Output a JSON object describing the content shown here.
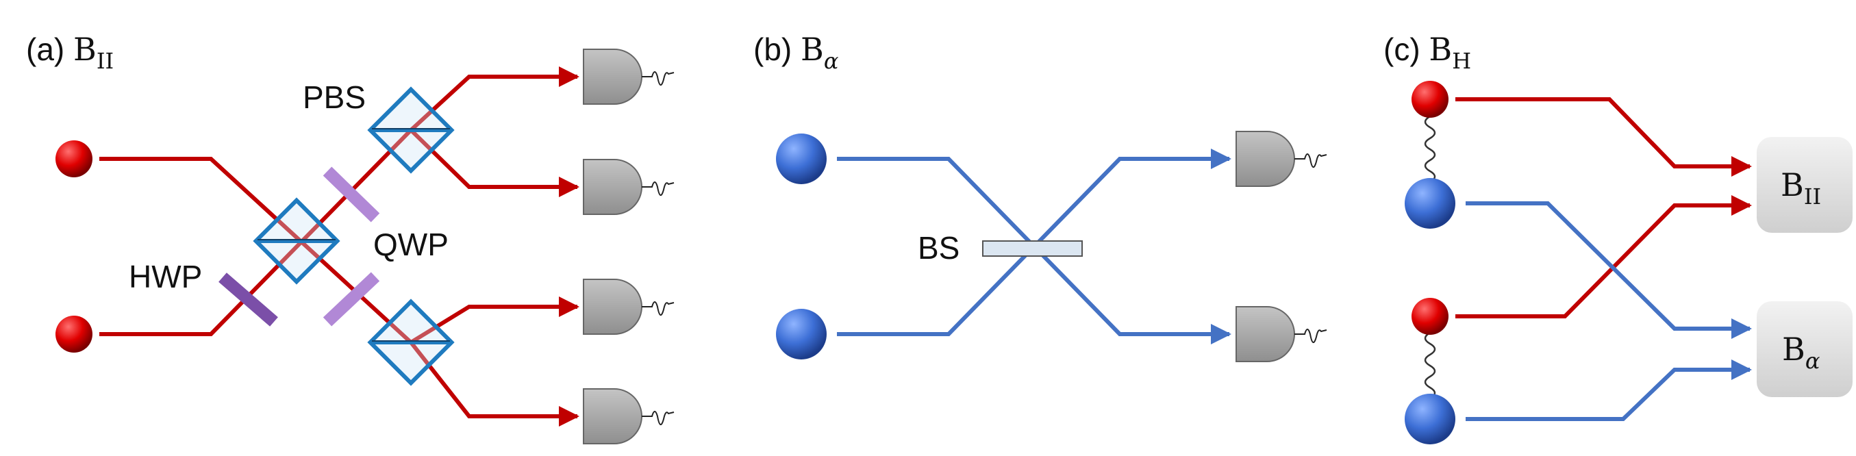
{
  "panels": {
    "a": {
      "label": "(a)",
      "sym": "B",
      "sub": "II"
    },
    "b": {
      "label": "(b)",
      "sym": "B",
      "sub": "α"
    },
    "c": {
      "label": "(c)",
      "sym": "B",
      "sub": "H"
    }
  },
  "components": {
    "pbs": "PBS",
    "qwp": "QWP",
    "hwp": "HWP",
    "bs": "BS"
  },
  "boxes": {
    "b2": {
      "sym": "B",
      "sub": "II"
    },
    "ba": {
      "sym": "B",
      "sub": "α"
    }
  },
  "colors": {
    "red_path": "#c00000",
    "blue_path": "#4472c4",
    "cube_edge": "#1f7bbf",
    "waveplate": "#b188d6",
    "hwp": "#7b4fa8",
    "detector": "#a6a6a6",
    "box": "#dedede"
  }
}
